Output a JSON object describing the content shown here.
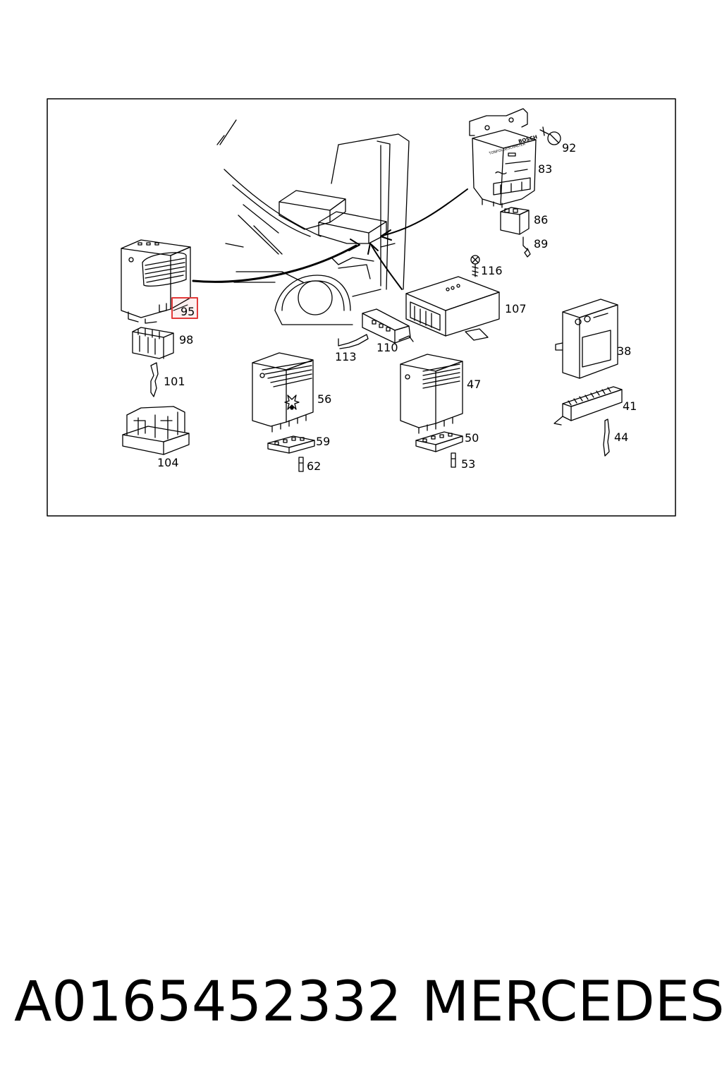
{
  "diagram": {
    "highlighted_label": "95",
    "labels": [
      {
        "id": "92",
        "text": "92"
      },
      {
        "id": "83",
        "text": "83"
      },
      {
        "id": "86",
        "text": "86"
      },
      {
        "id": "89",
        "text": "89"
      },
      {
        "id": "116",
        "text": "116"
      },
      {
        "id": "107",
        "text": "107"
      },
      {
        "id": "110",
        "text": "110"
      },
      {
        "id": "113",
        "text": "113"
      },
      {
        "id": "98",
        "text": "98"
      },
      {
        "id": "101",
        "text": "101"
      },
      {
        "id": "104",
        "text": "104"
      },
      {
        "id": "56",
        "text": "56"
      },
      {
        "id": "59",
        "text": "59"
      },
      {
        "id": "62",
        "text": "62"
      },
      {
        "id": "47",
        "text": "47"
      },
      {
        "id": "50",
        "text": "50"
      },
      {
        "id": "53",
        "text": "53"
      },
      {
        "id": "38",
        "text": "38"
      },
      {
        "id": "41",
        "text": "41"
      },
      {
        "id": "44",
        "text": "44"
      }
    ],
    "relay_stamp": {
      "brand": "BOSCH",
      "name": "TONFOLGESCHALTER"
    }
  },
  "footer": {
    "part_number": "A0165452332",
    "brand": "MERCEDES"
  }
}
